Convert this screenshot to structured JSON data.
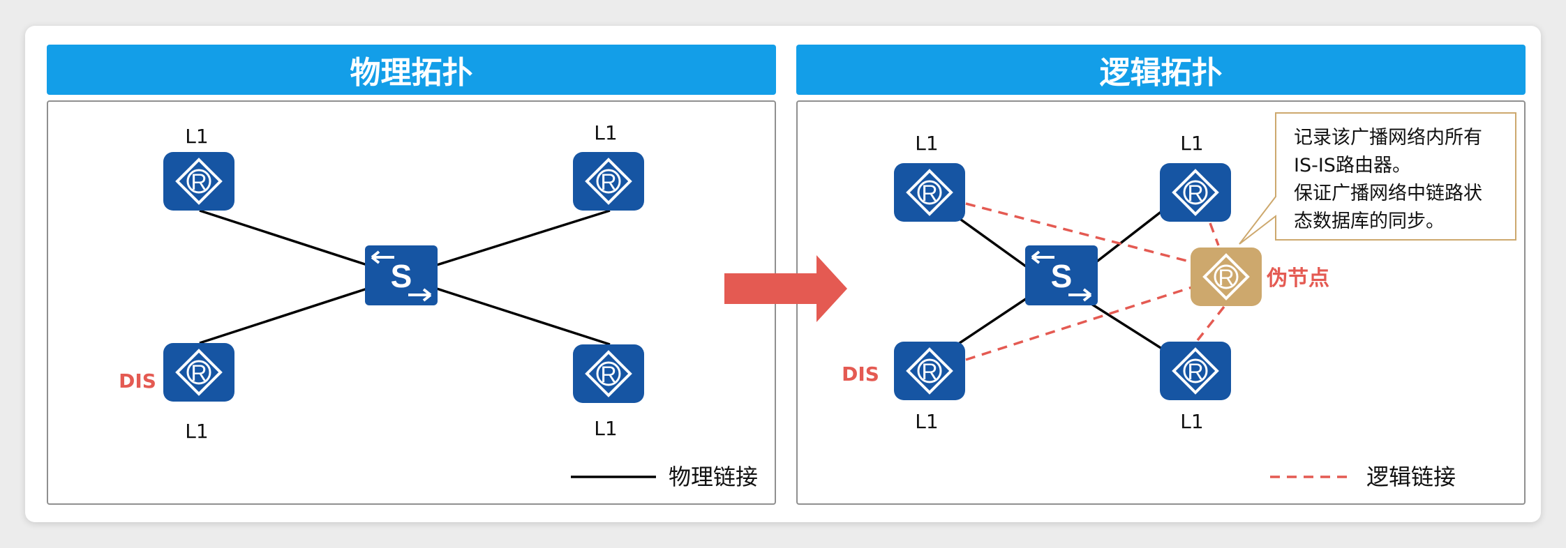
{
  "left_panel": {
    "title": "物理拓扑",
    "router_tl_label": "L1",
    "router_tr_label": "L1",
    "router_bl_label": "L1",
    "router_br_label": "L1",
    "dis_label": "DIS",
    "legend_label": "物理链接"
  },
  "right_panel": {
    "title": "逻辑拓扑",
    "router_tl_label": "L1",
    "router_tr_label": "L1",
    "router_bl_label": "L1",
    "router_br_label": "L1",
    "dis_label": "DIS",
    "pseudonode_label": "伪节点",
    "note_lines": [
      "记录该广播网络内所有",
      "IS-IS路由器。",
      "保证广播网络中链路状",
      "态数据库的同步。"
    ],
    "legend_label": "逻辑链接"
  },
  "icons": {
    "router": "router-icon",
    "switch": "switch-icon",
    "pseudonode": "pseudonode-router-icon",
    "arrow": "right-arrow-icon"
  },
  "device_letters": {
    "router": "R",
    "switch": "S"
  },
  "colors": {
    "header": "#139ee8",
    "device": "#1655a3",
    "pseudonode": "#cda86d",
    "accent_red": "#e45a52",
    "note_border": "#cda86d"
  }
}
